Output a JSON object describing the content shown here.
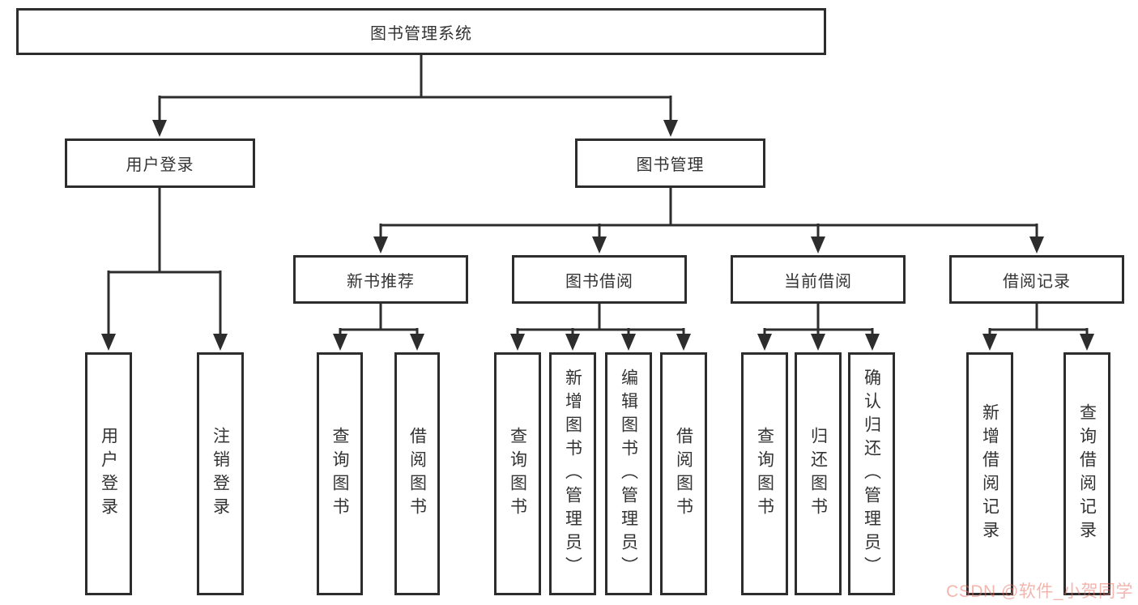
{
  "diagram": {
    "root": {
      "label": "图书管理系统"
    },
    "level2": {
      "user_login": {
        "label": "用户登录"
      },
      "book_management": {
        "label": "图书管理"
      }
    },
    "level3": {
      "new_book_recommend": {
        "label": "新书推荐"
      },
      "book_borrow": {
        "label": "图书借阅"
      },
      "current_borrow": {
        "label": "当前借阅"
      },
      "borrow_record": {
        "label": "借阅记录"
      }
    },
    "leaves": {
      "user_login_leaf": {
        "label": "用户登录"
      },
      "logout_leaf": {
        "label": "注销登录"
      },
      "recommend_query_books": {
        "label": "查询图书"
      },
      "recommend_borrow_books": {
        "label": "借阅图书"
      },
      "borrow_query_books": {
        "label": "查询图书"
      },
      "borrow_add_books_admin": {
        "label": "新增图书（管理员）"
      },
      "borrow_edit_books_admin": {
        "label": "编辑图书（管理员）"
      },
      "borrow_borrow_books": {
        "label": "借阅图书"
      },
      "current_query_books": {
        "label": "查询图书"
      },
      "current_return_books": {
        "label": "归还图书"
      },
      "current_confirm_return_admin": {
        "label": "确认归还（管理员）"
      },
      "record_add_borrow_record": {
        "label": "新增借阅记录"
      },
      "record_query_borrow_record": {
        "label": "查询借阅记录"
      }
    },
    "watermark": "CSDN @软件_小贺同学",
    "colors": {
      "line": "#2d2d2d",
      "text": "#333333",
      "box_fill": "#ffffff",
      "watermark": "#EFB0A8"
    }
  }
}
